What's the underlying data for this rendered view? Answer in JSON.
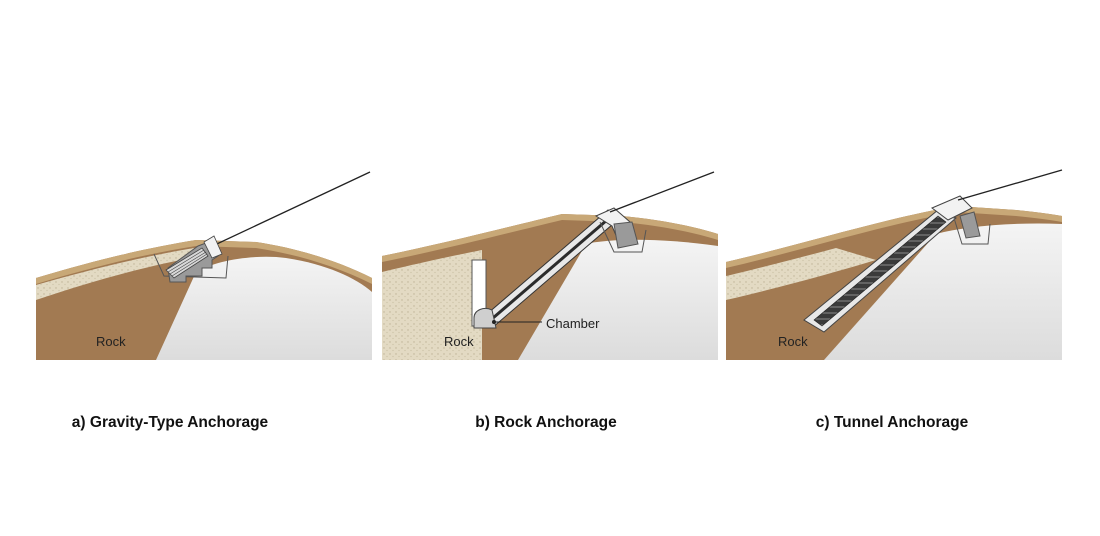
{
  "panels": [
    {
      "caption": "a) Gravity-Type Anchorage",
      "rock_label": "Rock"
    },
    {
      "caption": "b) Rock Anchorage",
      "rock_label": "Rock",
      "callout": "Chamber"
    },
    {
      "caption": "c) Tunnel Anchorage",
      "rock_label": "Rock"
    }
  ],
  "colors": {
    "soil": "#a27a52",
    "sand": "#e0d6bd",
    "ground_top": "#c8a877",
    "rock": "#e9e9e9",
    "concrete": "#9a9a9a",
    "cable": "#222222"
  }
}
